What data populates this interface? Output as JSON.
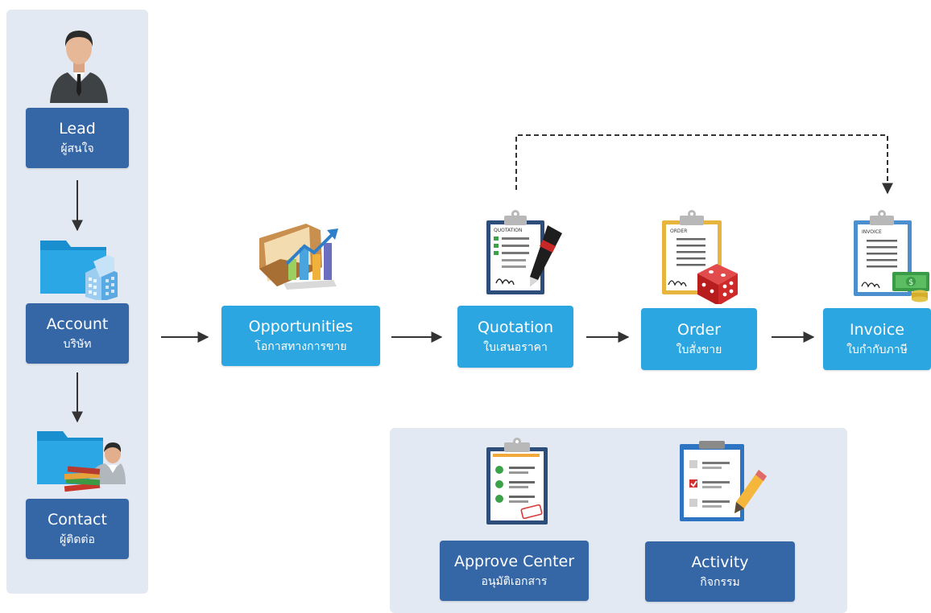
{
  "colors": {
    "dark_box": "#3566a6",
    "light_box": "#2ca6e0",
    "panel": "#e3e9f2",
    "arrow": "#333333"
  },
  "lead": {
    "title": "Lead",
    "subtitle": "ผู้สนใจ",
    "icon": "businessman-icon"
  },
  "account": {
    "title": "Account",
    "subtitle": "บริษัท",
    "icon": "folder-building-icon"
  },
  "contact": {
    "title": "Contact",
    "subtitle": "ผู้ติดต่อ",
    "icon": "folder-person-icon"
  },
  "opportunities": {
    "title": "Opportunities",
    "subtitle": "โอกาสทางการขาย",
    "icon": "folder-chart-icon"
  },
  "quotation": {
    "title": "Quotation",
    "subtitle": "ใบเสนอราคา",
    "icon": "quotation-clipboard-icon",
    "doc_label": "QUOTATION"
  },
  "order": {
    "title": "Order",
    "subtitle": "ใบสั่งขาย",
    "icon": "order-clipboard-icon",
    "doc_label": "ORDER"
  },
  "invoice": {
    "title": "Invoice",
    "subtitle": "ใบกำกับภาษี",
    "icon": "invoice-clipboard-icon",
    "doc_label": "INVOICE"
  },
  "approve_center": {
    "title": "Approve Center",
    "subtitle": "อนุมัติเอกสาร",
    "icon": "approve-clipboard-icon"
  },
  "activity": {
    "title": "Activity",
    "subtitle": "กิจกรรม",
    "icon": "activity-checklist-icon"
  }
}
